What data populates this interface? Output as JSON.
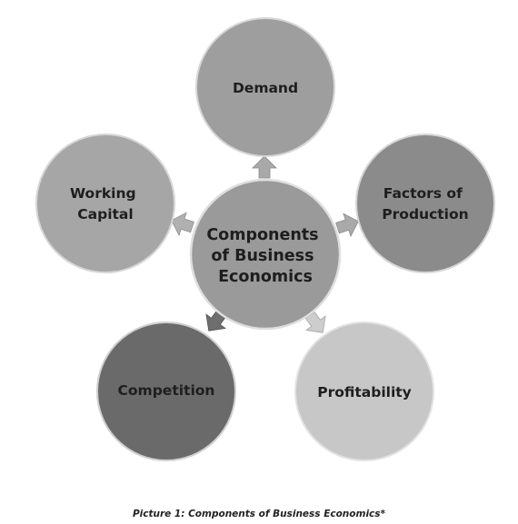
{
  "diagram": {
    "center": {
      "lines": [
        "Components",
        "of Business",
        "Economics"
      ],
      "color": "#9a9a9a"
    },
    "nodes": {
      "demand": {
        "lines": [
          "Demand"
        ],
        "color": "#9e9e9e"
      },
      "factors": {
        "lines": [
          "Factors of",
          "Production"
        ],
        "color": "#8b8b8b"
      },
      "profitability": {
        "lines": [
          "Profitability"
        ],
        "color": "#c7c7c7"
      },
      "competition": {
        "lines": [
          "Competition"
        ],
        "color": "#6a6a6a"
      },
      "working_capital": {
        "lines": [
          "Working",
          "Capital"
        ],
        "color": "#a6a6a6"
      }
    }
  },
  "caption": "Picture 1: Components of Business Economics*"
}
